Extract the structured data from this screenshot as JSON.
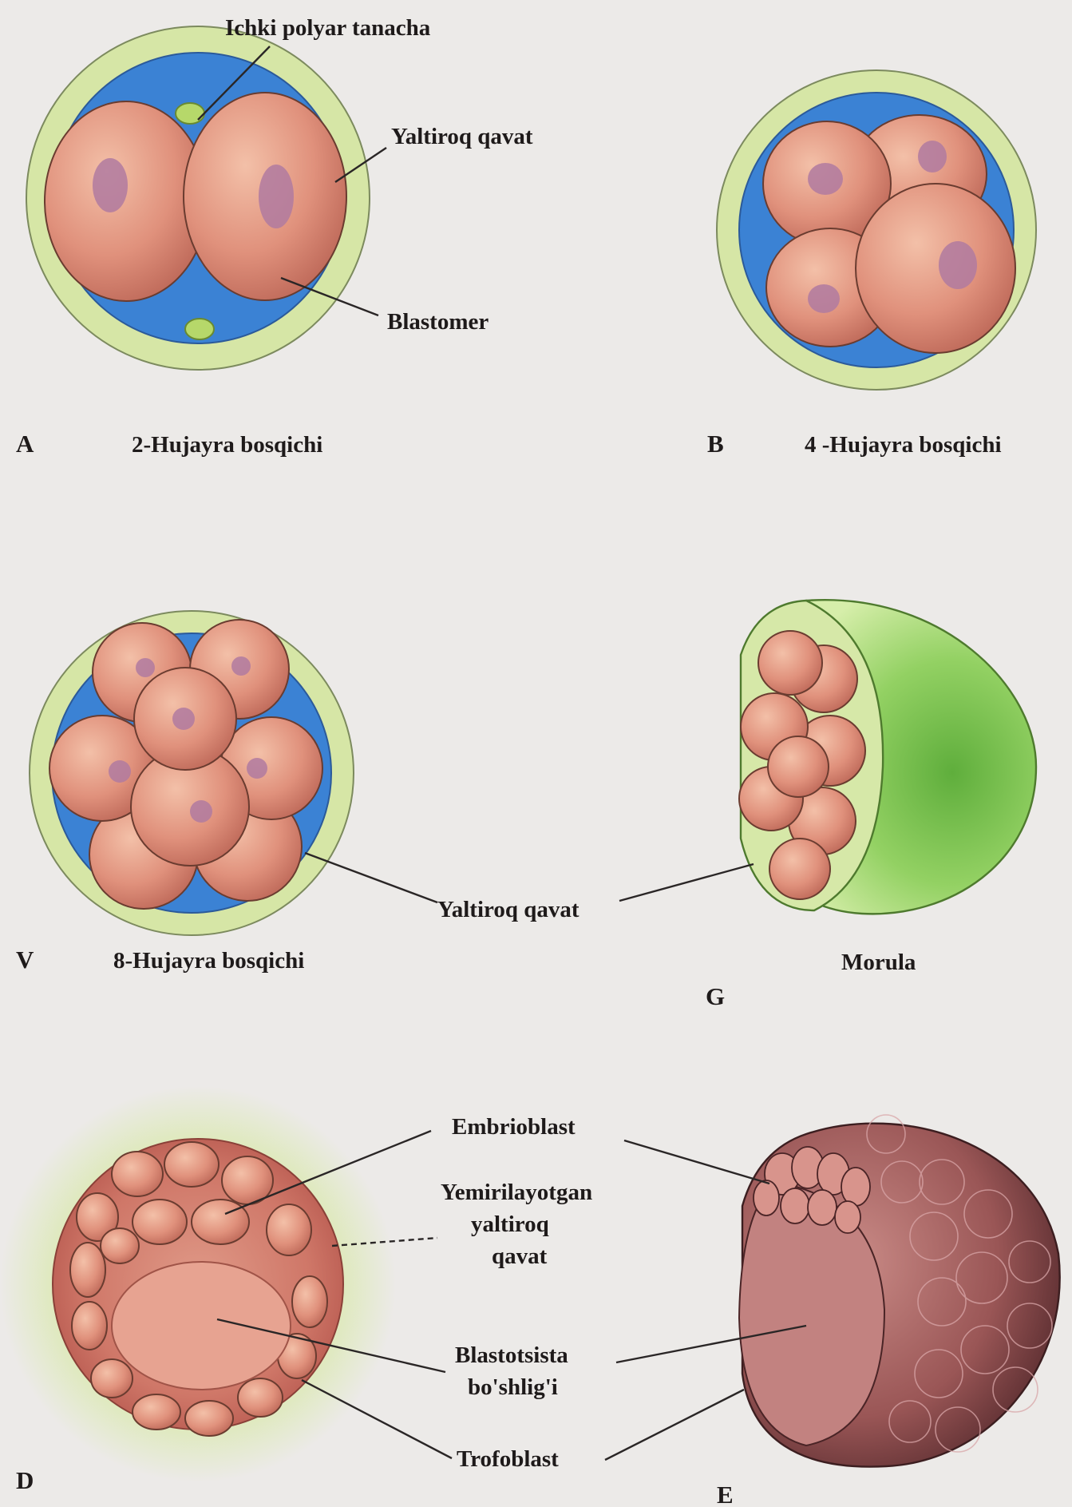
{
  "labels": {
    "polar_body": "Ichki polyar tanacha",
    "zona_a": "Yaltiroq qavat",
    "blastomer": "Blastomer",
    "stage_2": "2-Hujayra bosqichi",
    "stage_4": "4 -Hujayra bosqichi",
    "stage_8": "8-Hujayra bosqichi",
    "zona_b": "Yaltiroq qavat",
    "morula": "Morula",
    "embrioblast": "Embrioblast",
    "yemir_1": "Yemirilayotgan",
    "yemir_2": "yaltiroq",
    "yemir_3": "qavat",
    "cavity_1": "Blastotsista",
    "cavity_2": "bo'shlig'i",
    "trofoblast": "Trofoblast"
  },
  "panel_letters": {
    "a": "A",
    "b": "B",
    "v": "V",
    "g": "G",
    "d": "D",
    "e": "E"
  },
  "colors": {
    "background": "#eceae8",
    "zona": "#d6e6a6",
    "perivitelline": "#3b82d4",
    "blastomere": "#e29a86",
    "nucleus": "#b07aa0",
    "polar_body": "#b6d86a",
    "blastocyst": "#c96f66",
    "morula_shell": "#8ccf5a"
  }
}
